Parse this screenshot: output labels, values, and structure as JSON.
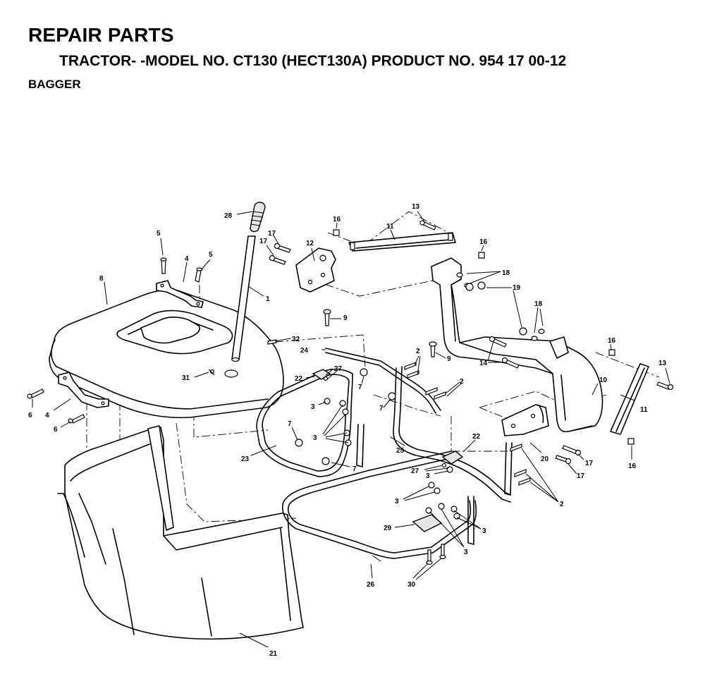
{
  "header": {
    "title": "REPAIR PARTS",
    "model_line": "TRACTOR- -MODEL NO. CT130 (HECT130A) PRODUCT NO. 954 17 00-12",
    "section": "BAGGER"
  },
  "callouts": [
    {
      "id": "c28",
      "text": "28"
    },
    {
      "id": "c5a",
      "text": "5"
    },
    {
      "id": "c4a",
      "text": "4"
    },
    {
      "id": "c5b",
      "text": "5"
    },
    {
      "id": "c17a",
      "text": "17"
    },
    {
      "id": "c17b",
      "text": "17"
    },
    {
      "id": "c12",
      "text": "12"
    },
    {
      "id": "c16a",
      "text": "16"
    },
    {
      "id": "c11a",
      "text": "11"
    },
    {
      "id": "c13a",
      "text": "13"
    },
    {
      "id": "c16b",
      "text": "16"
    },
    {
      "id": "c18a",
      "text": "18"
    },
    {
      "id": "c19",
      "text": "19"
    },
    {
      "id": "c18b",
      "text": "18"
    },
    {
      "id": "c8",
      "text": "8"
    },
    {
      "id": "c1",
      "text": "1"
    },
    {
      "id": "c9a",
      "text": "9"
    },
    {
      "id": "c32",
      "text": "32"
    },
    {
      "id": "c24",
      "text": "24"
    },
    {
      "id": "c2a",
      "text": "2"
    },
    {
      "id": "c9b",
      "text": "9"
    },
    {
      "id": "c14",
      "text": "14"
    },
    {
      "id": "c16c",
      "text": "16"
    },
    {
      "id": "c13b",
      "text": "13"
    },
    {
      "id": "c31",
      "text": "31"
    },
    {
      "id": "c22a",
      "text": "22"
    },
    {
      "id": "c27a",
      "text": "27"
    },
    {
      "id": "c7a",
      "text": "7"
    },
    {
      "id": "c2b",
      "text": "2"
    },
    {
      "id": "c10",
      "text": "10"
    },
    {
      "id": "c6a",
      "text": "6"
    },
    {
      "id": "c3a",
      "text": "3"
    },
    {
      "id": "c7b",
      "text": "7"
    },
    {
      "id": "c4b",
      "text": "4"
    },
    {
      "id": "c6b",
      "text": "6"
    },
    {
      "id": "c7c",
      "text": "7"
    },
    {
      "id": "c3b",
      "text": "3"
    },
    {
      "id": "c11b",
      "text": "11"
    },
    {
      "id": "c22b",
      "text": "22"
    },
    {
      "id": "c23",
      "text": "23"
    },
    {
      "id": "c25",
      "text": "25"
    },
    {
      "id": "c7d",
      "text": "7"
    },
    {
      "id": "c20",
      "text": "20"
    },
    {
      "id": "c16d",
      "text": "16"
    },
    {
      "id": "c17c",
      "text": "17"
    },
    {
      "id": "c27b",
      "text": "27"
    },
    {
      "id": "c3c",
      "text": "3"
    },
    {
      "id": "c17d",
      "text": "17"
    },
    {
      "id": "c3d",
      "text": "3"
    },
    {
      "id": "c2c",
      "text": "2"
    },
    {
      "id": "c29",
      "text": "29"
    },
    {
      "id": "c3e",
      "text": "3"
    },
    {
      "id": "c3f",
      "text": "3"
    },
    {
      "id": "c26",
      "text": "26"
    },
    {
      "id": "c30",
      "text": "30"
    },
    {
      "id": "c21",
      "text": "21"
    }
  ]
}
